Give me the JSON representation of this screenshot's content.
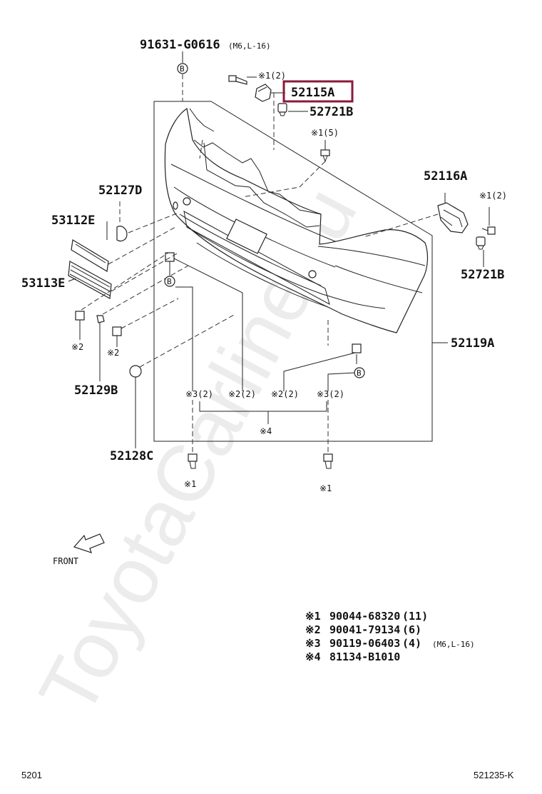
{
  "parts": {
    "p91631": "91631-G0616",
    "p91631_spec": "(M6,L-16)",
    "p52115A": "52115A",
    "p52721B_top": "52721B",
    "p52116A": "52116A",
    "p52721B_right": "52721B",
    "p52127D": "52127D",
    "p53112E": "53112E",
    "p53113E": "53113E",
    "p52119A": "52119A",
    "p52129B": "52129B",
    "p52128C": "52128C"
  },
  "callouts": {
    "c1_2_top": "※1(2)",
    "c1_5": "※1(5)",
    "c1_2_right": "※1(2)",
    "c2_left_a": "※2",
    "c2_left_b": "※2",
    "c3_2_a": "※3(2)",
    "c2_2_a": "※2(2)",
    "c2_2_b": "※2(2)",
    "c3_2_b": "※3(2)",
    "c4": "※4",
    "c1_bottom_left": "※1",
    "c1_bottom_right": "※1"
  },
  "markers": {
    "b": "B"
  },
  "front_label": "FRONT",
  "legend": [
    {
      "mark": "※1",
      "code": "90044-68320",
      "qty": "(11)",
      "spec": ""
    },
    {
      "mark": "※2",
      "code": "90041-79134",
      "qty": "(6)",
      "spec": ""
    },
    {
      "mark": "※3",
      "code": "90119-06403",
      "qty": "(4)",
      "spec": "(M6,L-16)"
    },
    {
      "mark": "※4",
      "code": "81134-B1010",
      "qty": "",
      "spec": ""
    }
  ],
  "footer": {
    "left": "5201",
    "right": "521235-K"
  },
  "watermark": "ToyotaCarline.ru",
  "highlight_color": "#8b1a3a"
}
